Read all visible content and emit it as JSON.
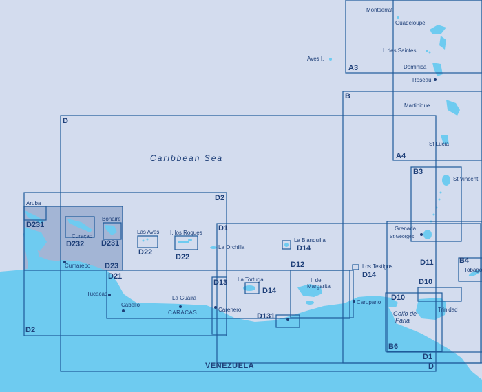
{
  "colors": {
    "sea": "#d3dcee",
    "land": "#6ecbf0",
    "frame": "#1e5a9a",
    "label": "#1e3f78",
    "highlight": "#9aaed0"
  },
  "labels": {
    "sea": "Caribbean Sea",
    "country": "VENEZUELA",
    "montserrat": "Montserrat",
    "guadeloupe": "Guadeloupe",
    "saintes": "I. des Saintes",
    "aves": "Aves I.",
    "dominica": "Dominica",
    "roseau": "Roseau",
    "martinique": "Martinique",
    "st_lucia": "St Lucia",
    "st_vincent": "St Vincent",
    "grenada": "Grenada",
    "st_georges": "St Georges",
    "tobago": "Tobago",
    "trinidad": "Trinidad",
    "golfo_1": "Golfo de",
    "golfo_2": "Paria",
    "aruba": "Aruba",
    "curacao": "Curaçao",
    "bonaire": "Bonaire",
    "las_aves": "Las Aves",
    "los_roques": "I. los Roques",
    "la_orchilla": "La Orchilla",
    "la_blanquilla": "La Blanquilla",
    "los_testigos": "Los Testigos",
    "la_tortuga": "La Tortuga",
    "margarita_1": "I. de",
    "margarita_2": "Margarita",
    "carupano": "Carupano",
    "cumarebo": "Cumarebo",
    "tucacas": "Tucacas",
    "cabello": "Cabello",
    "la_guaira": "La Guaira",
    "caracas": "CARACAS",
    "carenero": "Carenero"
  },
  "chart_codes": {
    "a3": "A3",
    "a4": "A4",
    "b": "B",
    "b3": "B3",
    "b4": "B4",
    "b6": "B6",
    "d": "D",
    "d_bottom": "D",
    "d2_top": "D2",
    "d2_bottom": "D2",
    "d231_aruba": "D231",
    "d232": "D232",
    "d231_bonaire": "D231",
    "d23": "D23",
    "d22_aves": "D22",
    "d22_roques": "D22",
    "d21": "D21",
    "d1_top": "D1",
    "d1_bottom": "D1",
    "d13": "D13",
    "d14_tortuga": "D14",
    "d14_blanquilla": "D14",
    "d12": "D12",
    "d14_testigos": "D14",
    "d131": "D131",
    "d11": "D11",
    "d10_outer": "D10",
    "d10_inner": "D10"
  }
}
